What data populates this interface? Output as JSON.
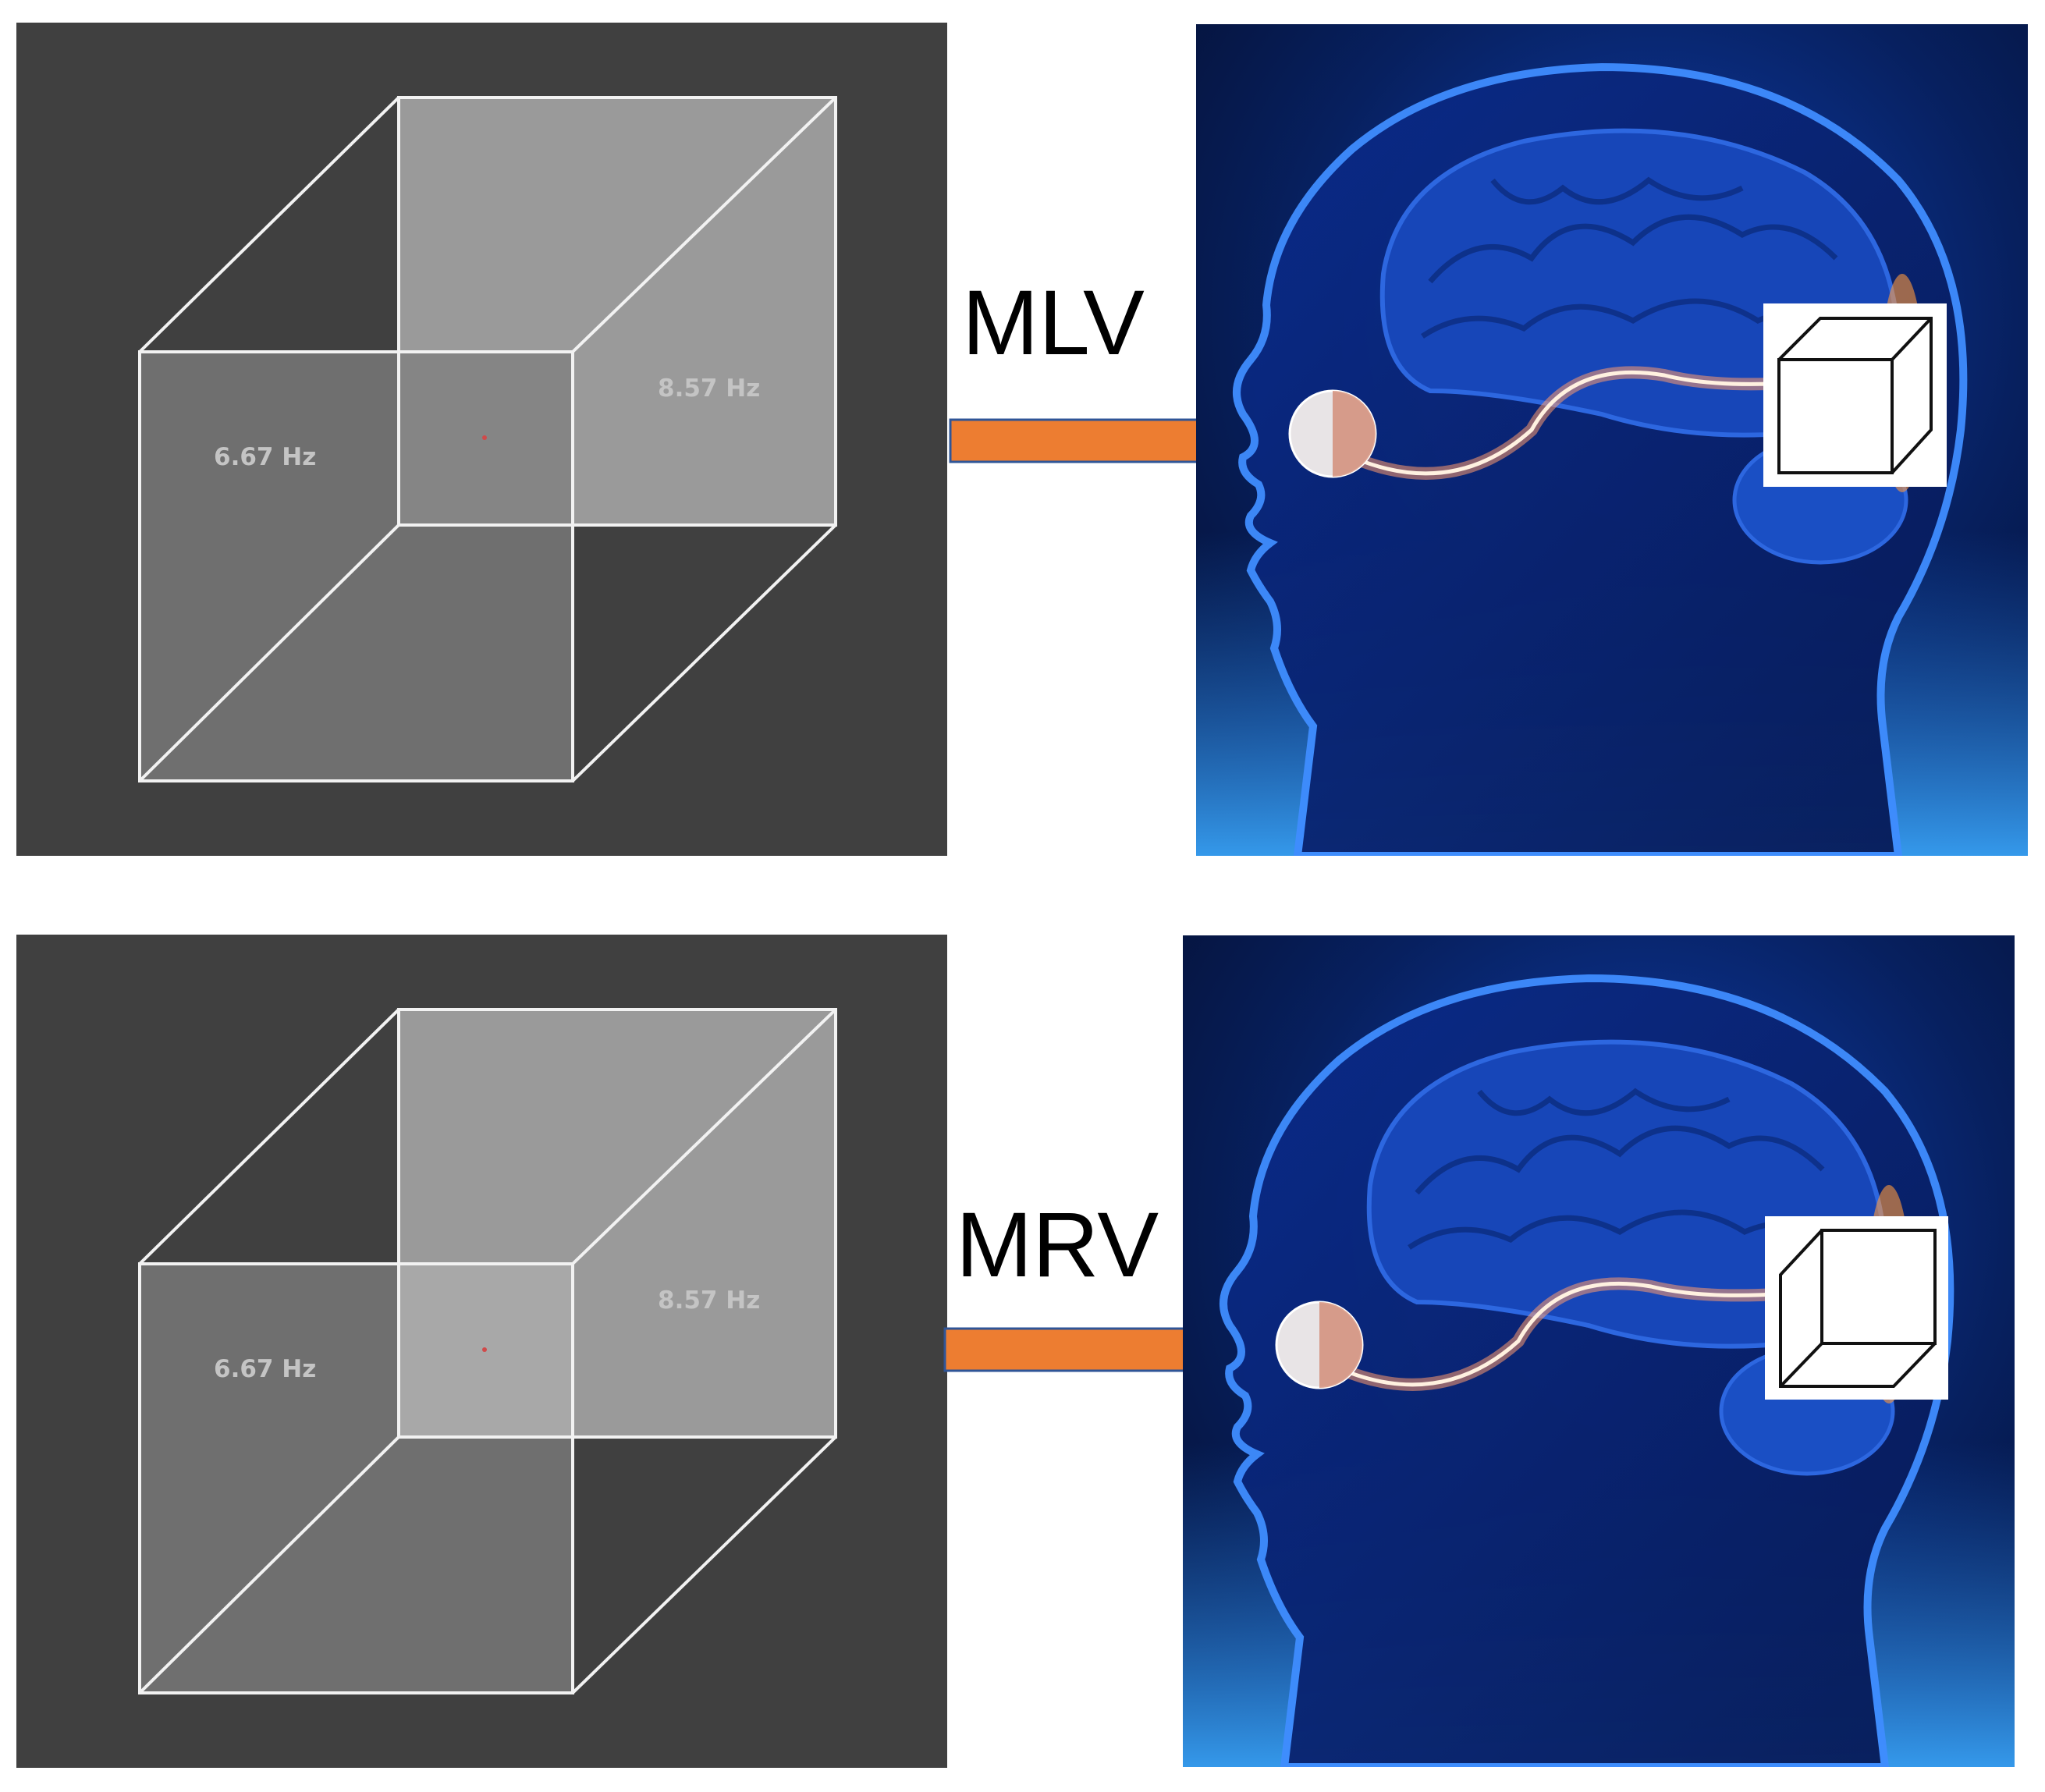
{
  "colors": {
    "stimulus_background": "#404040",
    "cube_edge": "#f2f2f2",
    "arrow_fill": "#ed7d31",
    "arrow_outline": "#2f5597",
    "head_glow": "#1f5fd8"
  },
  "rows": [
    {
      "condition_label": "MLV",
      "left_face_frequency": "6.67 Hz",
      "right_face_frequency": "8.57 Hz",
      "perceived_cube_icon": "cube-viewed-from-above-icon"
    },
    {
      "condition_label": "MRV",
      "left_face_frequency": "6.67 Hz",
      "right_face_frequency": "8.57 Hz",
      "perceived_cube_icon": "cube-viewed-from-below-icon"
    }
  ]
}
